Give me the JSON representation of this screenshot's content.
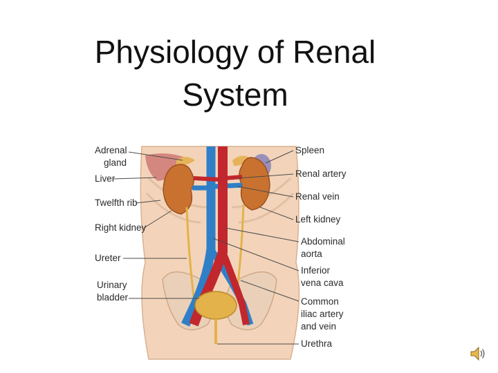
{
  "slide": {
    "title_line1": "Physiology of Renal",
    "title_line2": "System"
  },
  "diagram": {
    "labels_left": [
      "Adrenal",
      "gland",
      "Liver",
      "Twelfth rib",
      "Right kidney",
      "Ureter",
      "Urinary",
      "bladder"
    ],
    "labels_right": [
      "Spleen",
      "Renal artery",
      "Renal vein",
      "Left kidney",
      "Abdominal",
      "aorta",
      "Inferior",
      "vena cava",
      "Common",
      "iliac artery",
      "and vein",
      "Urethra"
    ],
    "colors": {
      "skin": "#f3d4ba",
      "kidney": "#c9722f",
      "adrenal": "#e7b35a",
      "artery": "#c1272d",
      "vein": "#2f7fc8",
      "bladder": "#e3b24a",
      "spleen": "#9a8fb8"
    }
  },
  "audio": {
    "icon": "speaker-icon"
  }
}
